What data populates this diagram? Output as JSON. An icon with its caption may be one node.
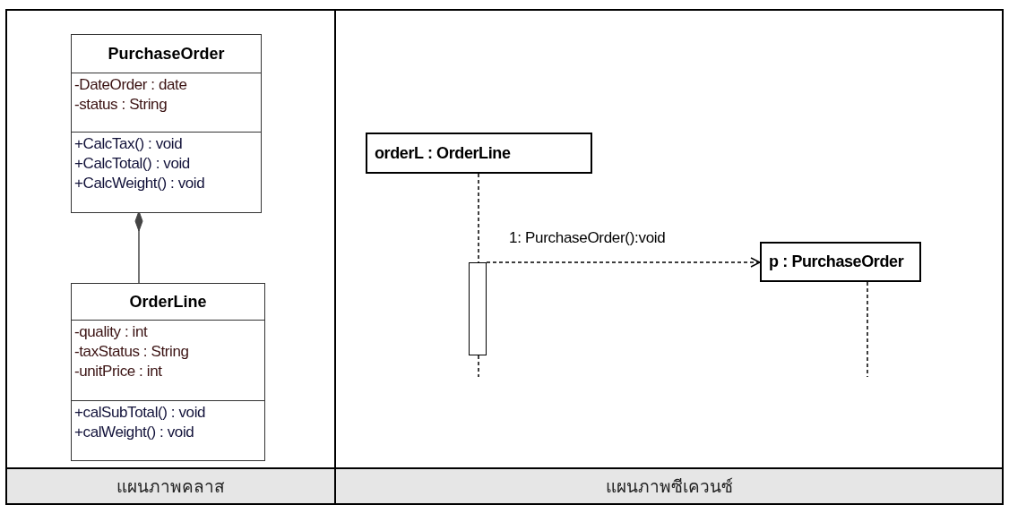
{
  "diagram": {
    "nodes": [
      {
        "text": [
          "PurchaseOrder",
          "-DateOrder : date",
          "-status : String",
          "+CalcTax() : void",
          "+CalcTotal() : void",
          "+CalcWeight() : void"
        ]
      },
      {
        "text": [
          "OrderLine",
          "-quality : int",
          "-taxStatus : String",
          "-unitPrice : int",
          "+calSubTotal() : void",
          "+calWeight() : void"
        ]
      },
      {
        "text": [
          "orderL : OrderLine"
        ]
      },
      {
        "text": [],
        "shape": "bar"
      },
      {
        "text": [
          "p : PurchaseOrder"
        ]
      }
    ],
    "edges": [
      {
        "from": 1,
        "to": 0,
        "arrow": "other"
      },
      {
        "from": 3,
        "to": 4,
        "arrow": "to",
        "style": "dashed",
        "label": "1: PurchaseOrder():void"
      },
      {
        "from": 2,
        "to": 3,
        "arrow": "none",
        "style": "dashed"
      }
    ],
    "labels": [
      "แผนภาพคลาส",
      "แผนภาพซีเควนซ์"
    ]
  }
}
